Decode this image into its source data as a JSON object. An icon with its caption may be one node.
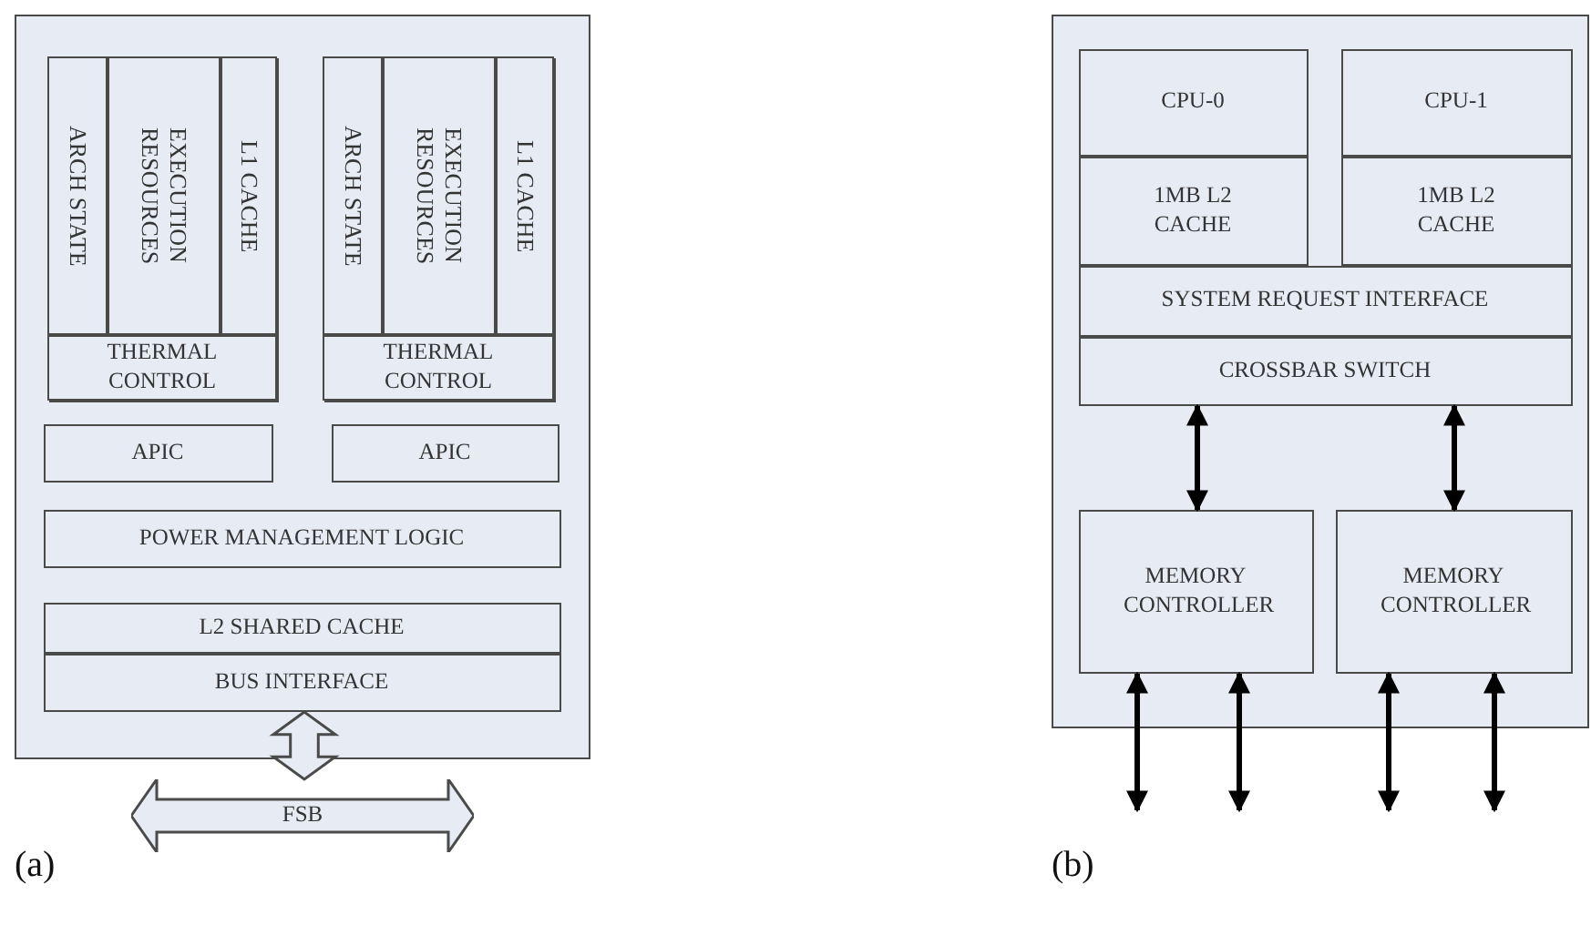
{
  "diagram": {
    "nodes": [
      {
        "text": [],
        "shape": "box"
      },
      {
        "text": [],
        "shape": "box",
        "in": 0
      },
      {
        "text": [
          "ARCH STATE"
        ],
        "in": 1
      },
      {
        "text": [
          "EXECUTION RESOURCES"
        ],
        "in": 1
      },
      {
        "text": [
          "L1 CACHE"
        ],
        "in": 1
      },
      {
        "text": [
          "THERMAL CONTROL"
        ],
        "in": 1
      },
      {
        "text": [],
        "shape": "box",
        "in": 0
      },
      {
        "text": [
          "ARCH STATE"
        ],
        "in": 6
      },
      {
        "text": [
          "EXECUTION RESOURCES"
        ],
        "in": 6
      },
      {
        "text": [
          "L1 CACHE"
        ],
        "in": 6
      },
      {
        "text": [
          "THERMAL CONTROL"
        ],
        "in": 6
      },
      {
        "text": [
          "APIC"
        ],
        "in": 0
      },
      {
        "text": [
          "APIC"
        ],
        "in": 0
      },
      {
        "text": [
          "POWER MANAGEMENT LOGIC"
        ],
        "in": 0
      },
      {
        "text": [
          "L2 SHARED CACHE"
        ],
        "in": 0
      },
      {
        "text": [
          "BUS INTERFACE"
        ],
        "in": 0
      },
      {
        "text": [
          "FSB"
        ]
      },
      {
        "text": [],
        "shape": "box"
      },
      {
        "text": [
          "CPU-0"
        ],
        "in": 17
      },
      {
        "text": [
          "1MB L2 CACHE"
        ],
        "in": 17
      },
      {
        "text": [
          "CPU-1"
        ],
        "in": 17
      },
      {
        "text": [
          "1MB L2 CACHE"
        ],
        "in": 17
      },
      {
        "text": [
          "SYSTEM REQUEST INTERFACE"
        ],
        "in": 17
      },
      {
        "text": [
          "CROSSBAR SWITCH"
        ],
        "in": 17
      },
      {
        "text": [
          "MEMORY CONTROLLER"
        ],
        "in": 17
      },
      {
        "text": [
          "MEMORY CONTROLLER"
        ],
        "in": 17
      }
    ],
    "edges": [
      {
        "from": 15,
        "to": 16,
        "arrow": "both",
        "style": "thick"
      },
      {
        "from": 23,
        "to": 24,
        "arrow": "both"
      },
      {
        "from": 23,
        "to": 25,
        "arrow": "both"
      },
      {
        "from": 24,
        "to": null,
        "arrow": "both"
      },
      {
        "from": 24,
        "to": null,
        "arrow": "both"
      },
      {
        "from": 25,
        "to": null,
        "arrow": "both"
      },
      {
        "from": 25,
        "to": null,
        "arrow": "both"
      }
    ],
    "labels": [
      "(a)",
      "(b)"
    ]
  }
}
